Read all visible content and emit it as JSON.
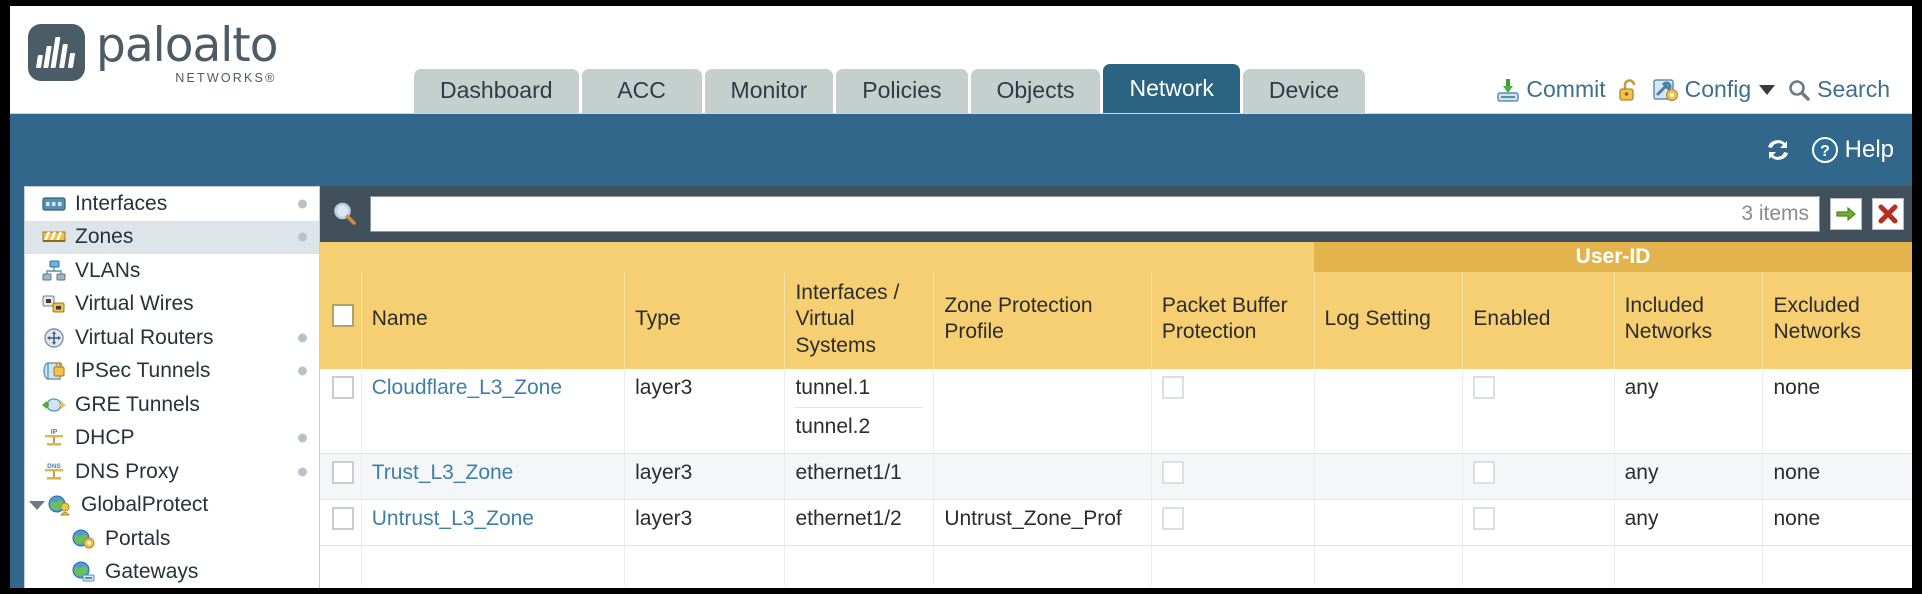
{
  "brand": {
    "name": "paloalto",
    "sub": "NETWORKS®",
    "logo_color": "#4b5c66"
  },
  "header": {
    "tabs": [
      {
        "label": "Dashboard",
        "active": false
      },
      {
        "label": "ACC",
        "active": false
      },
      {
        "label": "Monitor",
        "active": false
      },
      {
        "label": "Policies",
        "active": false
      },
      {
        "label": "Objects",
        "active": false
      },
      {
        "label": "Network",
        "active": true
      },
      {
        "label": "Device",
        "active": false
      }
    ],
    "active_tab_color": "#2b6382",
    "tab_color": "#c5cfcd",
    "links": [
      {
        "label": "Commit",
        "icon": "commit-download-icon"
      },
      {
        "label": "",
        "icon": "unlock-padlock-icon"
      },
      {
        "label": "Config",
        "icon": "config-wrench-icon",
        "caret": true
      },
      {
        "label": "Search",
        "icon": "search-magnifier-icon"
      }
    ]
  },
  "bluebar": {
    "background": "#31678a",
    "refresh_icon": "refresh-icon",
    "help_label": "Help",
    "help_icon": "help-question-icon"
  },
  "sidebar": {
    "items": [
      {
        "label": "Interfaces",
        "icon": "interfaces-icon",
        "selected": false,
        "dot": true,
        "child": false,
        "expander": false
      },
      {
        "label": "Zones",
        "icon": "zones-icon",
        "selected": true,
        "dot": true,
        "child": false,
        "expander": false
      },
      {
        "label": "VLANs",
        "icon": "vlans-icon",
        "selected": false,
        "dot": false,
        "child": false,
        "expander": false
      },
      {
        "label": "Virtual Wires",
        "icon": "virtual-wires-icon",
        "selected": false,
        "dot": false,
        "child": false,
        "expander": false
      },
      {
        "label": "Virtual Routers",
        "icon": "virtual-routers-icon",
        "selected": false,
        "dot": true,
        "child": false,
        "expander": false
      },
      {
        "label": "IPSec Tunnels",
        "icon": "ipsec-tunnels-icon",
        "selected": false,
        "dot": true,
        "child": false,
        "expander": false
      },
      {
        "label": "GRE Tunnels",
        "icon": "gre-tunnels-icon",
        "selected": false,
        "dot": false,
        "child": false,
        "expander": false
      },
      {
        "label": "DHCP",
        "icon": "dhcp-icon",
        "selected": false,
        "dot": true,
        "child": false,
        "expander": false
      },
      {
        "label": "DNS Proxy",
        "icon": "dns-proxy-icon",
        "selected": false,
        "dot": true,
        "child": false,
        "expander": false
      },
      {
        "label": "GlobalProtect",
        "icon": "globalprotect-icon",
        "selected": false,
        "dot": false,
        "child": false,
        "expander": true
      },
      {
        "label": "Portals",
        "icon": "portals-icon",
        "selected": false,
        "dot": false,
        "child": true,
        "expander": false
      },
      {
        "label": "Gateways",
        "icon": "gateways-icon",
        "selected": false,
        "dot": false,
        "child": true,
        "expander": false
      }
    ]
  },
  "search": {
    "icon": "search-magnifier-icon",
    "value": "",
    "placeholder": "",
    "items_count": "3 items",
    "apply_icon": "green-arrow-icon",
    "clear_icon": "red-x-icon"
  },
  "table": {
    "group_header": {
      "label": "User-ID",
      "color": "#e3b44c"
    },
    "header_color": "#f5cf72",
    "columns": [
      "Name",
      "Type",
      "Interfaces / Virtual Systems",
      "Zone Protection Profile",
      "Packet Buffer Protection",
      "Log Setting",
      "Enabled",
      "Included Networks",
      "Excluded Networks"
    ],
    "rows": [
      {
        "selected": false,
        "name": "Cloudflare_L3_Zone",
        "type": "layer3",
        "interfaces": [
          "tunnel.1",
          "tunnel.2"
        ],
        "zone_protection_profile": "",
        "packet_buffer_protection": false,
        "log_setting": "",
        "user_id_enabled": false,
        "included_networks": "any",
        "excluded_networks": "none"
      },
      {
        "selected": false,
        "name": "Trust_L3_Zone",
        "type": "layer3",
        "interfaces": [
          "ethernet1/1"
        ],
        "zone_protection_profile": "",
        "packet_buffer_protection": false,
        "log_setting": "",
        "user_id_enabled": false,
        "included_networks": "any",
        "excluded_networks": "none"
      },
      {
        "selected": false,
        "name": "Untrust_L3_Zone",
        "type": "layer3",
        "interfaces": [
          "ethernet1/2"
        ],
        "zone_protection_profile": "Untrust_Zone_Prof",
        "packet_buffer_protection": false,
        "log_setting": "",
        "user_id_enabled": false,
        "included_networks": "any",
        "excluded_networks": "none"
      }
    ]
  }
}
